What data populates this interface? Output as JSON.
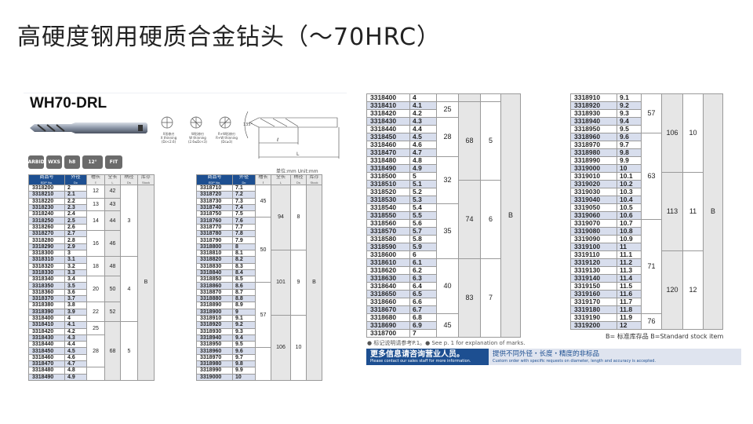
{
  "title": "高硬度钢用硬质合金钻头（～70HRC）",
  "model": "WH70-DRL",
  "badges": [
    "CARBIDE",
    "WXS",
    "h8",
    "12°",
    "FIT"
  ],
  "thinning": [
    {
      "label": "X形修刃",
      "en": "X thinning",
      "range": "(Dc<2.6)"
    },
    {
      "label": "W形修刃",
      "en": "W thinning",
      "range": "(2.6≤Dc<3)"
    },
    {
      "label": "R+W形修刃",
      "en": "R+W thinning",
      "range": "(Dc≥3)"
    }
  ],
  "dimension_labels": {
    "angle": "135°",
    "flute": "ℓ",
    "length": "L"
  },
  "unit": "单位:mm  Unit:mm",
  "headers": [
    {
      "zh": "商品号",
      "en": "EDP No."
    },
    {
      "zh": "外径",
      "en": "Dc"
    },
    {
      "zh": "槽长",
      "en": "ℓ"
    },
    {
      "zh": "全长",
      "en": "L"
    },
    {
      "zh": "柄径",
      "en": "Ds"
    },
    {
      "zh": "库存",
      "en": "Stock"
    }
  ],
  "tables": [
    {
      "rows": [
        [
          "3318200",
          "2"
        ],
        [
          "3318210",
          "2.1"
        ],
        [
          "3318220",
          "2.2"
        ],
        [
          "3318230",
          "2.3"
        ],
        [
          "3318240",
          "2.4"
        ],
        [
          "3318250",
          "2.5"
        ],
        [
          "3318260",
          "2.6"
        ],
        [
          "3318270",
          "2.7"
        ],
        [
          "3318280",
          "2.8"
        ],
        [
          "3318290",
          "2.9"
        ],
        [
          "3318300",
          "3"
        ],
        [
          "3318310",
          "3.1"
        ],
        [
          "3318320",
          "3.2"
        ],
        [
          "3318330",
          "3.3"
        ],
        [
          "3318340",
          "3.4"
        ],
        [
          "3318350",
          "3.5"
        ],
        [
          "3318360",
          "3.6"
        ],
        [
          "3318370",
          "3.7"
        ],
        [
          "3318380",
          "3.8"
        ],
        [
          "3318390",
          "3.9"
        ],
        [
          "3318400",
          "4"
        ],
        [
          "3318410",
          "4.1"
        ],
        [
          "3318420",
          "4.2"
        ],
        [
          "3318430",
          "4.3"
        ],
        [
          "3318440",
          "4.4"
        ],
        [
          "3318450",
          "4.5"
        ],
        [
          "3318460",
          "4.6"
        ],
        [
          "3318470",
          "4.7"
        ],
        [
          "3318480",
          "4.8"
        ],
        [
          "3318490",
          "4.9"
        ]
      ],
      "flute": [
        [
          "12",
          2
        ],
        [
          "13",
          2
        ],
        [
          "14",
          3
        ],
        [
          "16",
          4
        ],
        [
          "18",
          3
        ],
        [
          "20",
          4
        ],
        [
          "22",
          3
        ],
        [
          "25",
          2
        ],
        [
          "28",
          5
        ],
        [
          "",
          2
        ]
      ],
      "length": [
        [
          "42",
          2
        ],
        [
          "43",
          2
        ],
        [
          "44",
          3
        ],
        [
          "46",
          4
        ],
        [
          "48",
          3
        ],
        [
          "50",
          4
        ],
        [
          "52",
          3
        ],
        [
          "68",
          9
        ]
      ],
      "shank": [
        [
          "3",
          11
        ],
        [
          "4",
          10
        ],
        [
          "5",
          9
        ]
      ],
      "stock": [
        [
          "B",
          30
        ]
      ]
    },
    {
      "rows": [
        [
          "3318710",
          "7.1"
        ],
        [
          "3318720",
          "7.2"
        ],
        [
          "3318730",
          "7.3"
        ],
        [
          "3318740",
          "7.4"
        ],
        [
          "3318750",
          "7.5"
        ],
        [
          "3318760",
          "7.6"
        ],
        [
          "3318770",
          "7.7"
        ],
        [
          "3318780",
          "7.8"
        ],
        [
          "3318790",
          "7.9"
        ],
        [
          "3318800",
          "8"
        ],
        [
          "3318810",
          "8.1"
        ],
        [
          "3318820",
          "8.2"
        ],
        [
          "3318830",
          "8.3"
        ],
        [
          "3318840",
          "8.4"
        ],
        [
          "3318850",
          "8.5"
        ],
        [
          "3318860",
          "8.6"
        ],
        [
          "3318870",
          "8.7"
        ],
        [
          "3318880",
          "8.8"
        ],
        [
          "3318890",
          "8.9"
        ],
        [
          "3318900",
          "9"
        ],
        [
          "3318910",
          "9.1"
        ],
        [
          "3318920",
          "9.2"
        ],
        [
          "3318930",
          "9.3"
        ],
        [
          "3318940",
          "9.4"
        ],
        [
          "3318950",
          "9.5"
        ],
        [
          "3318960",
          "9.6"
        ],
        [
          "3318970",
          "9.7"
        ],
        [
          "3318980",
          "9.8"
        ],
        [
          "3318990",
          "9.9"
        ],
        [
          "3319000",
          "10"
        ]
      ],
      "flute": [
        [
          "45",
          5
        ],
        [
          "50",
          10
        ],
        [
          "57",
          10
        ],
        [
          "",
          5
        ]
      ],
      "length": [
        [
          "94",
          10
        ],
        [
          "101",
          10
        ],
        [
          "106",
          10
        ]
      ],
      "shank": [
        [
          "8",
          10
        ],
        [
          "9",
          10
        ],
        [
          "10",
          10
        ]
      ],
      "stock": [
        [
          "B",
          30
        ]
      ]
    },
    {
      "rows": [
        [
          "3318400",
          "4"
        ],
        [
          "3318410",
          "4.1"
        ],
        [
          "3318420",
          "4.2"
        ],
        [
          "3318430",
          "4.3"
        ],
        [
          "3318440",
          "4.4"
        ],
        [
          "3318450",
          "4.5"
        ],
        [
          "3318460",
          "4.6"
        ],
        [
          "3318470",
          "4.7"
        ],
        [
          "3318480",
          "4.8"
        ],
        [
          "3318490",
          "4.9"
        ],
        [
          "3318500",
          "5"
        ],
        [
          "3318510",
          "5.1"
        ],
        [
          "3318520",
          "5.2"
        ],
        [
          "3318530",
          "5.3"
        ],
        [
          "3318540",
          "5.4"
        ],
        [
          "3318550",
          "5.5"
        ],
        [
          "3318560",
          "5.6"
        ],
        [
          "3318570",
          "5.7"
        ],
        [
          "3318580",
          "5.8"
        ],
        [
          "3318590",
          "5.9"
        ],
        [
          "3318600",
          "6"
        ],
        [
          "3318610",
          "6.1"
        ],
        [
          "3318620",
          "6.2"
        ],
        [
          "3318630",
          "6.3"
        ],
        [
          "3318640",
          "6.4"
        ],
        [
          "3318650",
          "6.5"
        ],
        [
          "3318660",
          "6.6"
        ],
        [
          "3318670",
          "6.7"
        ],
        [
          "3318680",
          "6.8"
        ],
        [
          "3318690",
          "6.9"
        ],
        [
          "3318700",
          "7"
        ]
      ],
      "flute": [
        [
          "",
          1
        ],
        [
          "25",
          2
        ],
        [
          "28",
          5
        ],
        [
          "32",
          6
        ],
        [
          "35",
          7
        ],
        [
          "40",
          7
        ],
        [
          "45",
          3
        ]
      ],
      "length": [
        [
          "",
          1
        ],
        [
          "68",
          10
        ],
        [
          "74",
          10
        ],
        [
          "83",
          10
        ]
      ],
      "shank": [
        [
          "",
          1
        ],
        [
          "5",
          10
        ],
        [
          "6",
          10
        ],
        [
          "7",
          10
        ]
      ],
      "stock": [
        [
          "B",
          31
        ]
      ]
    },
    {
      "rows": [
        [
          "3318910",
          "9.1"
        ],
        [
          "3318920",
          "9.2"
        ],
        [
          "3318930",
          "9.3"
        ],
        [
          "3318940",
          "9.4"
        ],
        [
          "3318950",
          "9.5"
        ],
        [
          "3318960",
          "9.6"
        ],
        [
          "3318970",
          "9.7"
        ],
        [
          "3318980",
          "9.8"
        ],
        [
          "3318990",
          "9.9"
        ],
        [
          "3319000",
          "10"
        ],
        [
          "3319010",
          "10.1"
        ],
        [
          "3319020",
          "10.2"
        ],
        [
          "3319030",
          "10.3"
        ],
        [
          "3319040",
          "10.4"
        ],
        [
          "3319050",
          "10.5"
        ],
        [
          "3319060",
          "10.6"
        ],
        [
          "3319070",
          "10.7"
        ],
        [
          "3319080",
          "10.8"
        ],
        [
          "3319090",
          "10.9"
        ],
        [
          "3319100",
          "11"
        ],
        [
          "3319110",
          "11.1"
        ],
        [
          "3319120",
          "11.2"
        ],
        [
          "3319130",
          "11.3"
        ],
        [
          "3319140",
          "11.4"
        ],
        [
          "3319150",
          "11.5"
        ],
        [
          "3319160",
          "11.6"
        ],
        [
          "3319170",
          "11.7"
        ],
        [
          "3319180",
          "11.8"
        ],
        [
          "3319190",
          "11.9"
        ],
        [
          "3319200",
          "12"
        ]
      ],
      "flute": [
        [
          "57",
          5
        ],
        [
          "63",
          11
        ],
        [
          "71",
          12
        ],
        [
          "76",
          2
        ]
      ],
      "length": [
        [
          "106",
          10
        ],
        [
          "113",
          10
        ],
        [
          "120",
          10
        ]
      ],
      "shank": [
        [
          "10",
          10
        ],
        [
          "11",
          10
        ],
        [
          "12",
          10
        ]
      ],
      "stock": [
        [
          "B",
          30
        ]
      ]
    }
  ],
  "legend": "B= 标准库存品   B=Standard stock item",
  "note": "● 标记说明请参考P.1。● See p. 1 for explanation of marks.",
  "banner": {
    "contact_zh": "更多信息请咨询营业人员。",
    "contact_en": "Please contact our sales staff for more information.",
    "custom_zh": "提供不同外径・长度・精度的非标品",
    "custom_en": "Custom order with specific requests on diameter, length and accuracy is accepted."
  }
}
